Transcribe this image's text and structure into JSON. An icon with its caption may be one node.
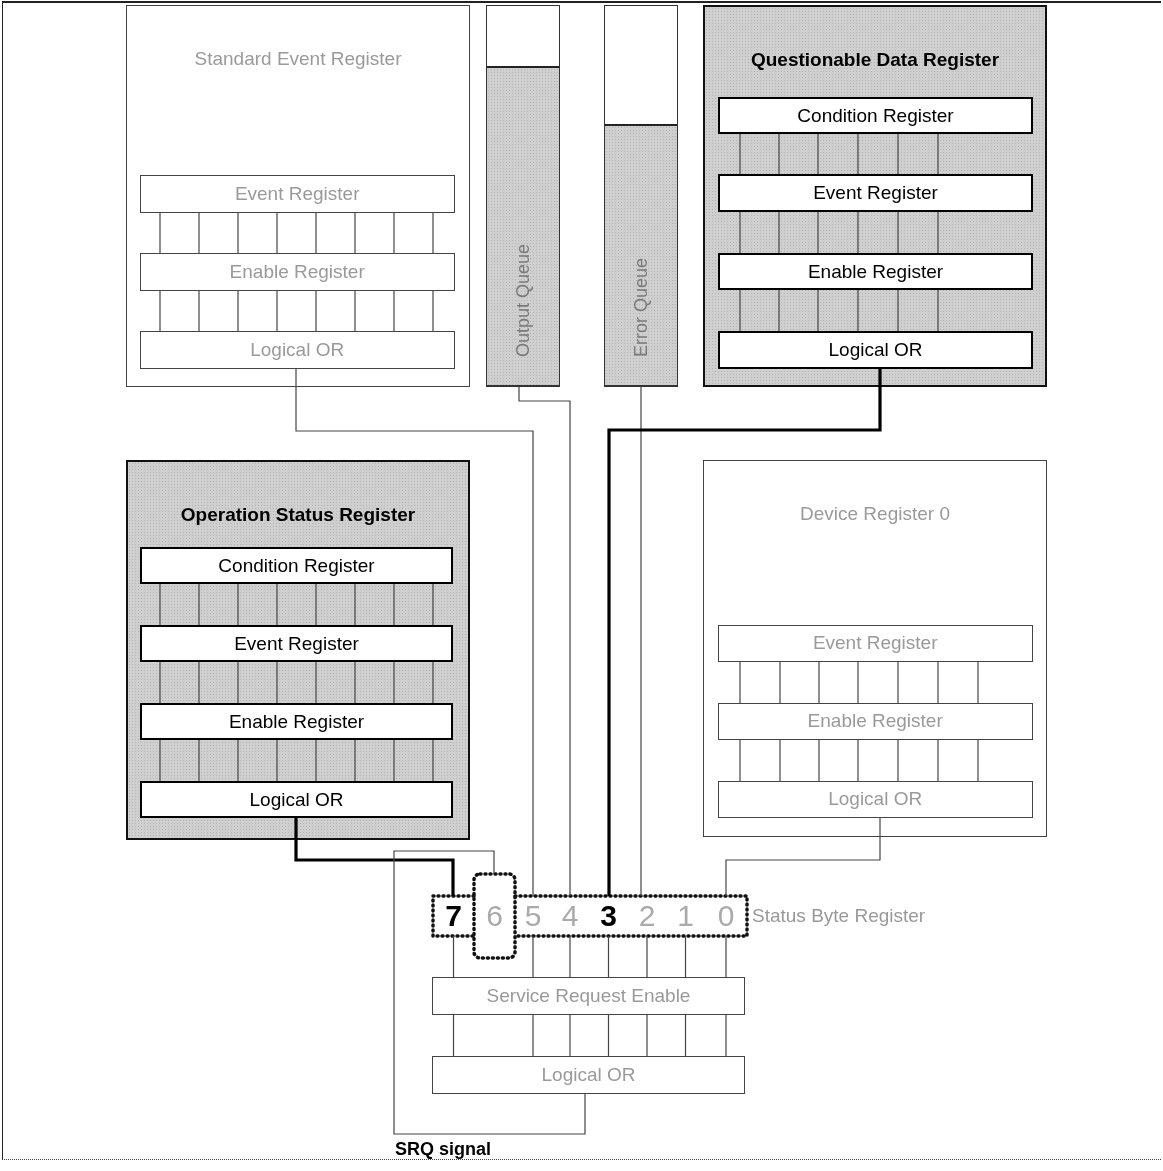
{
  "diagram": {
    "nodes": [
      {
        "text": [
          "Standard Event Register"
        ]
      },
      {
        "text": [
          "Event Register"
        ],
        "in": 0
      },
      {
        "text": [
          "Enable Register"
        ],
        "in": 0
      },
      {
        "text": [
          "Logical OR"
        ],
        "in": 0
      },
      {
        "text": [
          "Output Queue"
        ]
      },
      {
        "text": [
          "Error Queue"
        ]
      },
      {
        "text": [
          "Questionable Data Register"
        ]
      },
      {
        "text": [
          "Condition Register"
        ],
        "in": 6
      },
      {
        "text": [
          "Event Register"
        ],
        "in": 6
      },
      {
        "text": [
          "Enable Register"
        ],
        "in": 6
      },
      {
        "text": [
          "Logical OR"
        ],
        "in": 6
      },
      {
        "text": [
          "Operation Status Register"
        ]
      },
      {
        "text": [
          "Condition Register"
        ],
        "in": 11
      },
      {
        "text": [
          "Event Register"
        ],
        "in": 11
      },
      {
        "text": [
          "Enable Register"
        ],
        "in": 11
      },
      {
        "text": [
          "Logical OR"
        ],
        "in": 11
      },
      {
        "text": [
          "Device Register 0"
        ]
      },
      {
        "text": [
          "Event Register"
        ],
        "in": 16
      },
      {
        "text": [
          "Enable Register"
        ],
        "in": 16
      },
      {
        "text": [
          "Logical OR"
        ],
        "in": 16
      },
      {
        "text": [
          "7"
        ]
      },
      {
        "text": [
          "6"
        ]
      },
      {
        "text": [
          "5"
        ]
      },
      {
        "text": [
          "4"
        ]
      },
      {
        "text": [
          "3"
        ]
      },
      {
        "text": [
          "2"
        ]
      },
      {
        "text": [
          "1"
        ]
      },
      {
        "text": [
          "0"
        ]
      },
      {
        "text": [
          "Service Request Enable"
        ]
      },
      {
        "text": [
          "Logical OR"
        ]
      }
    ],
    "edges": [
      {
        "from": 1,
        "to": 2,
        "arrow": "none"
      },
      {
        "from": 1,
        "to": 2,
        "arrow": "none"
      },
      {
        "from": 1,
        "to": 2,
        "arrow": "none"
      },
      {
        "from": 1,
        "to": 2,
        "arrow": "none"
      },
      {
        "from": 1,
        "to": 2,
        "arrow": "none"
      },
      {
        "from": 1,
        "to": 2,
        "arrow": "none"
      },
      {
        "from": 1,
        "to": 2,
        "arrow": "none"
      },
      {
        "from": 1,
        "to": 2,
        "arrow": "none"
      },
      {
        "from": 2,
        "to": 3,
        "arrow": "none"
      },
      {
        "from": 2,
        "to": 3,
        "arrow": "none"
      },
      {
        "from": 2,
        "to": 3,
        "arrow": "none"
      },
      {
        "from": 2,
        "to": 3,
        "arrow": "none"
      },
      {
        "from": 2,
        "to": 3,
        "arrow": "none"
      },
      {
        "from": 2,
        "to": 3,
        "arrow": "none"
      },
      {
        "from": 2,
        "to": 3,
        "arrow": "none"
      },
      {
        "from": 2,
        "to": 3,
        "arrow": "none"
      },
      {
        "from": 7,
        "to": 8,
        "arrow": "none"
      },
      {
        "from": 7,
        "to": 8,
        "arrow": "none"
      },
      {
        "from": 7,
        "to": 8,
        "arrow": "none"
      },
      {
        "from": 7,
        "to": 8,
        "arrow": "none"
      },
      {
        "from": 7,
        "to": 8,
        "arrow": "none"
      },
      {
        "from": 7,
        "to": 8,
        "arrow": "none"
      },
      {
        "from": 8,
        "to": 9,
        "arrow": "none"
      },
      {
        "from": 8,
        "to": 9,
        "arrow": "none"
      },
      {
        "from": 8,
        "to": 9,
        "arrow": "none"
      },
      {
        "from": 8,
        "to": 9,
        "arrow": "none"
      },
      {
        "from": 8,
        "to": 9,
        "arrow": "none"
      },
      {
        "from": 8,
        "to": 9,
        "arrow": "none"
      },
      {
        "from": 9,
        "to": 10,
        "arrow": "none"
      },
      {
        "from": 9,
        "to": 10,
        "arrow": "none"
      },
      {
        "from": 9,
        "to": 10,
        "arrow": "none"
      },
      {
        "from": 9,
        "to": 10,
        "arrow": "none"
      },
      {
        "from": 9,
        "to": 10,
        "arrow": "none"
      },
      {
        "from": 9,
        "to": 10,
        "arrow": "none"
      },
      {
        "from": 12,
        "to": 13,
        "arrow": "none"
      },
      {
        "from": 12,
        "to": 13,
        "arrow": "none"
      },
      {
        "from": 12,
        "to": 13,
        "arrow": "none"
      },
      {
        "from": 12,
        "to": 13,
        "arrow": "none"
      },
      {
        "from": 12,
        "to": 13,
        "arrow": "none"
      },
      {
        "from": 12,
        "to": 13,
        "arrow": "none"
      },
      {
        "from": 12,
        "to": 13,
        "arrow": "none"
      },
      {
        "from": 12,
        "to": 13,
        "arrow": "none"
      },
      {
        "from": 13,
        "to": 14,
        "arrow": "none"
      },
      {
        "from": 13,
        "to": 14,
        "arrow": "none"
      },
      {
        "from": 13,
        "to": 14,
        "arrow": "none"
      },
      {
        "from": 13,
        "to": 14,
        "arrow": "none"
      },
      {
        "from": 13,
        "to": 14,
        "arrow": "none"
      },
      {
        "from": 13,
        "to": 14,
        "arrow": "none"
      },
      {
        "from": 13,
        "to": 14,
        "arrow": "none"
      },
      {
        "from": 13,
        "to": 14,
        "arrow": "none"
      },
      {
        "from": 14,
        "to": 15,
        "arrow": "none"
      },
      {
        "from": 14,
        "to": 15,
        "arrow": "none"
      },
      {
        "from": 14,
        "to": 15,
        "arrow": "none"
      },
      {
        "from": 14,
        "to": 15,
        "arrow": "none"
      },
      {
        "from": 14,
        "to": 15,
        "arrow": "none"
      },
      {
        "from": 14,
        "to": 15,
        "arrow": "none"
      },
      {
        "from": 14,
        "to": 15,
        "arrow": "none"
      },
      {
        "from": 14,
        "to": 15,
        "arrow": "none"
      },
      {
        "from": 17,
        "to": 18,
        "arrow": "none"
      },
      {
        "from": 17,
        "to": 18,
        "arrow": "none"
      },
      {
        "from": 17,
        "to": 18,
        "arrow": "none"
      },
      {
        "from": 17,
        "to": 18,
        "arrow": "none"
      },
      {
        "from": 17,
        "to": 18,
        "arrow": "none"
      },
      {
        "from": 17,
        "to": 18,
        "arrow": "none"
      },
      {
        "from": 17,
        "to": 18,
        "arrow": "none"
      },
      {
        "from": 18,
        "to": 19,
        "arrow": "none"
      },
      {
        "from": 18,
        "to": 19,
        "arrow": "none"
      },
      {
        "from": 18,
        "to": 19,
        "arrow": "none"
      },
      {
        "from": 18,
        "to": 19,
        "arrow": "none"
      },
      {
        "from": 18,
        "to": 19,
        "arrow": "none"
      },
      {
        "from": 18,
        "to": 19,
        "arrow": "none"
      },
      {
        "from": 18,
        "to": 19,
        "arrow": "none"
      },
      {
        "from": 3,
        "to": 22,
        "arrow": "none"
      },
      {
        "from": 4,
        "to": 23,
        "arrow": "none"
      },
      {
        "from": 5,
        "to": 25,
        "arrow": "none"
      },
      {
        "from": 10,
        "to": 24,
        "arrow": "none",
        "style": "thick"
      },
      {
        "from": 15,
        "to": 20,
        "arrow": "none",
        "style": "thick"
      },
      {
        "from": 19,
        "to": 27,
        "arrow": "none"
      },
      {
        "from": 20,
        "to": 28,
        "arrow": "none"
      },
      {
        "from": 22,
        "to": 28,
        "arrow": "none"
      },
      {
        "from": 23,
        "to": 28,
        "arrow": "none"
      },
      {
        "from": 24,
        "to": 28,
        "arrow": "none"
      },
      {
        "from": 25,
        "to": 28,
        "arrow": "none"
      },
      {
        "from": 26,
        "to": 28,
        "arrow": "none"
      },
      {
        "from": 27,
        "to": 28,
        "arrow": "none"
      },
      {
        "from": 28,
        "to": 29,
        "arrow": "none"
      },
      {
        "from": 28,
        "to": 29,
        "arrow": "none"
      },
      {
        "from": 28,
        "to": 29,
        "arrow": "none"
      },
      {
        "from": 28,
        "to": 29,
        "arrow": "none"
      },
      {
        "from": 28,
        "to": 29,
        "arrow": "none"
      },
      {
        "from": 28,
        "to": 29,
        "arrow": "none"
      },
      {
        "from": 28,
        "to": 29,
        "arrow": "none"
      },
      {
        "from": 29,
        "to": 21,
        "arrow": "none"
      }
    ],
    "labels": [
      "Status Byte Register",
      "SRQ signal"
    ]
  }
}
